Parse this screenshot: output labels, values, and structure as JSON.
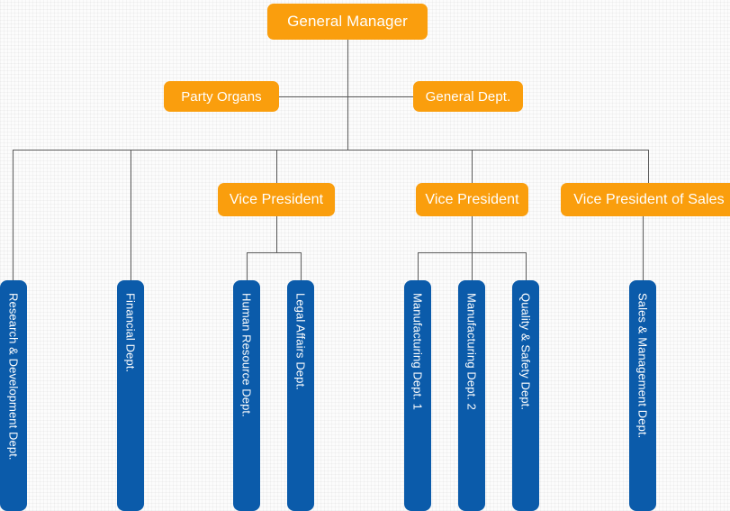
{
  "chart": {
    "title_node": {
      "label": "General Manager"
    },
    "staff_nodes": [
      {
        "label": "Party Organs"
      },
      {
        "label": "General Dept."
      }
    ],
    "vp_nodes": [
      {
        "label": "Vice President"
      },
      {
        "label": "Vice President"
      },
      {
        "label": "Vice President of Sales"
      }
    ],
    "department_nodes": [
      {
        "label": "Research & Development Dept."
      },
      {
        "label": "Financial Dept."
      },
      {
        "label": "Human Resource Dept."
      },
      {
        "label": "Legal Affairs Dept."
      },
      {
        "label": "Manufacturing Dept. 1"
      },
      {
        "label": "Manufacturing Dept. 2"
      },
      {
        "label": "Quality & Safety Dept."
      },
      {
        "label": "Sales & Management Dept."
      }
    ],
    "colors": {
      "manager_box": "#fa9e0d",
      "department_box": "#0b5baa",
      "connector_line": "#5a5a5a",
      "node_text": "#ffffff",
      "background": "#fcfcfc"
    }
  }
}
